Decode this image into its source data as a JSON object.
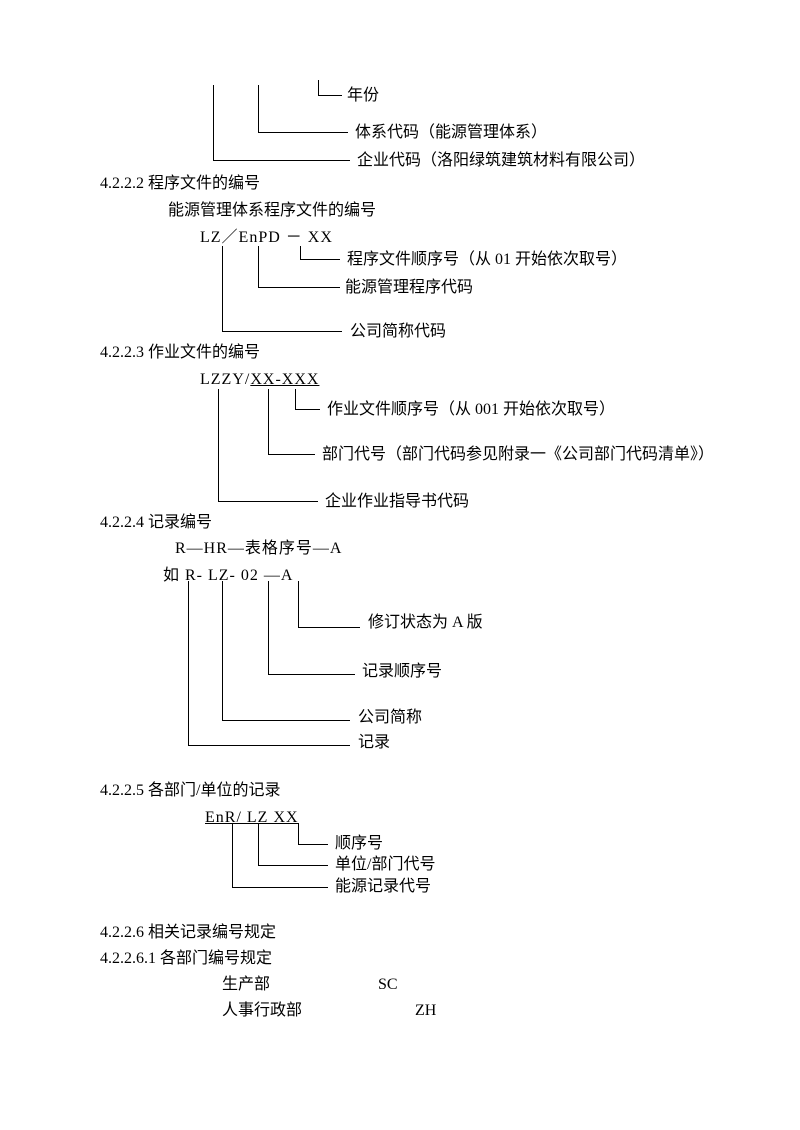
{
  "colors": {
    "text": "#000000",
    "line": "#000000",
    "background": "#ffffff"
  },
  "top_diagram": {
    "year_label": "年份",
    "system_label": "体系代码（能源管理体系）",
    "company_label": "企业代码（洛阳绿筑建筑材料有限公司）"
  },
  "section_4222": {
    "heading": "4.2.2.2 程序文件的编号",
    "subheading": "能源管理体系程序文件的编号",
    "code": "LZ／EnPD － XX",
    "label_sequence": "程序文件顺序号（从 01 开始依次取号）",
    "label_program": "能源管理程序代码",
    "label_company": "公司简称代码"
  },
  "section_4223": {
    "heading": "4.2.2.3 作业文件的编号",
    "code_prefix": "LZZY/",
    "code_suffix": "XX-XXX",
    "label_sequence": "作业文件顺序号（从 001 开始依次取号）",
    "label_department": "部门代号（部门代码参见附录一《公司部门代码清单》）",
    "label_guide": "企业作业指导书代码"
  },
  "section_4224": {
    "heading": "4.2.2.4 记录编号",
    "format_line": "R—HR—表格序号—A",
    "example_line": "如 R- LZ- 02 —A",
    "label_revision": "修订状态为 A 版",
    "label_sequence": "记录顺序号",
    "label_company": "公司简称",
    "label_record": "记录"
  },
  "section_4225": {
    "heading": "4.2.2.5 各部门/单位的记录",
    "code": "EnR/ LZ XX",
    "label_sequence": "顺序号",
    "label_department": "单位/部门代号",
    "label_record": "能源记录代号"
  },
  "section_4226": {
    "heading": "4.2.2.6 相关记录编号规定",
    "subheading": "4.2.2.6.1 各部门编号规定",
    "rows": [
      {
        "dept": "生产部",
        "code": "SC"
      },
      {
        "dept": "人事行政部",
        "code": "ZH"
      }
    ]
  }
}
